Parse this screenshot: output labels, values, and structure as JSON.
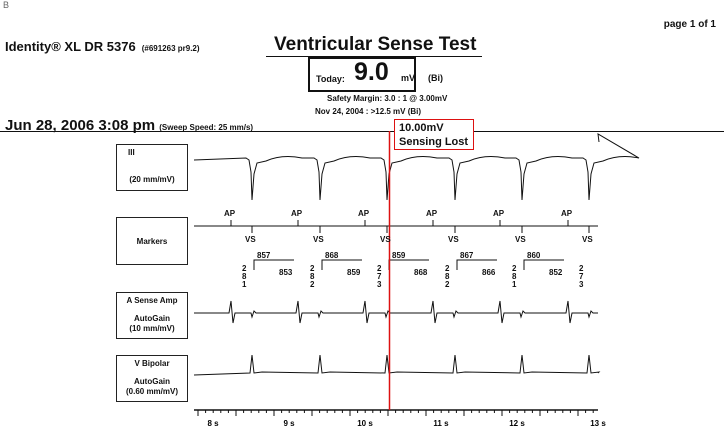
{
  "corner_label": "B",
  "page_label": "page 1 of 1",
  "device": {
    "name": "Identity® XL DR 5376",
    "model_code": "(#691263 pr9.2)"
  },
  "title": "Ventricular Sense Test",
  "today": {
    "label": "Today:",
    "value": "9.0",
    "unit": "mV",
    "polarity": "(Bi)"
  },
  "safety_margin": "Safety Margin:  3.0 : 1 @ 3.00mV",
  "previous": "Nov 24, 2004 : >12.5 mV (Bi)",
  "recording": {
    "datetime": "Jun 28, 2006 3:08 pm",
    "sweep": "(Sweep Speed: 25 mm/s)"
  },
  "sensing_callout": {
    "line1": "10.00mV",
    "line2": "Sensing Lost"
  },
  "channels": {
    "egm": {
      "name": "III",
      "scale": "(20 mm/mV)"
    },
    "markers": {
      "name": "Markers"
    },
    "a_sense": {
      "name": "A Sense Amp",
      "gain": "AutoGain",
      "scale": "(10 mm/mV)"
    },
    "v_bipolar": {
      "name": "V Bipolar",
      "gain": "AutoGain",
      "scale": "(0.60 mm/mV)"
    }
  },
  "markers": {
    "ap_labels": [
      "AP",
      "AP",
      "AP",
      "AP",
      "AP",
      "AP"
    ],
    "vs_labels": [
      "VS",
      "VS",
      "VS",
      "VS",
      "VS",
      "VS"
    ],
    "vv_intervals": [
      "857",
      "868",
      "859",
      "867",
      "860"
    ],
    "av_intervals": [
      "853",
      "859",
      "868",
      "866",
      "852"
    ],
    "stacked_codes": [
      [
        "2",
        "8",
        "1"
      ],
      [
        "2",
        "8",
        "2"
      ],
      [
        "2",
        "7",
        "3"
      ],
      [
        "2",
        "8",
        "2"
      ],
      [
        "2",
        "8",
        "1"
      ],
      [
        "2",
        "7",
        "3"
      ]
    ]
  },
  "time_axis": {
    "labels": [
      "8 s",
      "9 s",
      "10 s",
      "11 s",
      "12 s",
      "13 s"
    ]
  },
  "colors": {
    "callout": "#d11111",
    "ink": "#111111"
  }
}
